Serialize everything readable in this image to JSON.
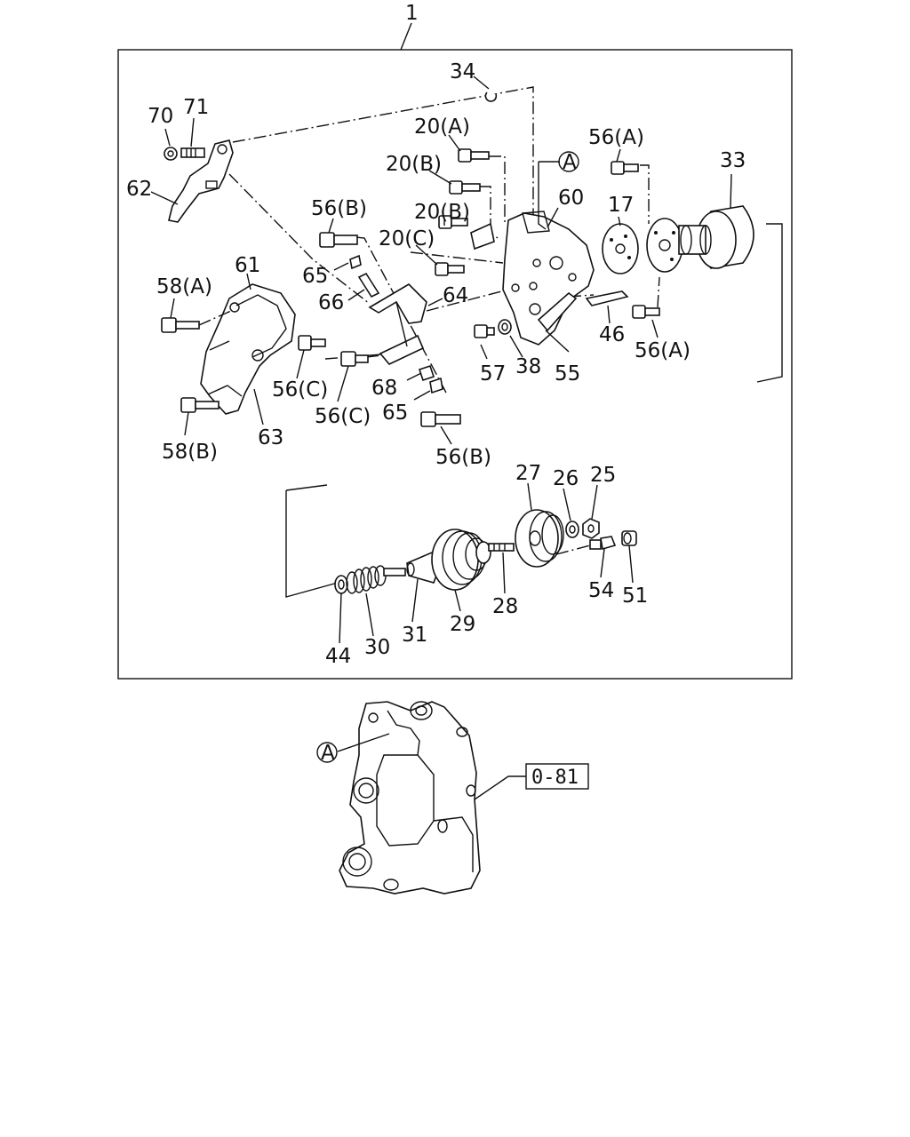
{
  "assembly_label": "1",
  "reference": {
    "circle_label": "A",
    "box_label": "0-81"
  },
  "callouts": {
    "c70": "70",
    "c71": "71",
    "c62": "62",
    "c34": "34",
    "c20a": "20(A)",
    "c20b_1": "20(B)",
    "c20b_2": "20(B)",
    "c20c": "20(C)",
    "c60": "60",
    "c56a_1": "56(A)",
    "c56a_2": "56(A)",
    "c33": "33",
    "c17": "17",
    "c56b_1": "56(B)",
    "c56b_2": "56(B)",
    "c65_1": "65",
    "c65_2": "65",
    "c66": "66",
    "c64": "64",
    "c61": "61",
    "c58a": "58(A)",
    "c58b": "58(B)",
    "c63": "63",
    "c56c_1": "56(C)",
    "c56c_2": "56(C)",
    "c68": "68",
    "c57": "57",
    "c38": "38",
    "c55": "55",
    "c46": "46",
    "c27": "27",
    "c26": "26",
    "c25": "25",
    "c54": "54",
    "c51": "51",
    "c28": "28",
    "c29": "29",
    "c31": "31",
    "c30": "30",
    "c44": "44"
  }
}
